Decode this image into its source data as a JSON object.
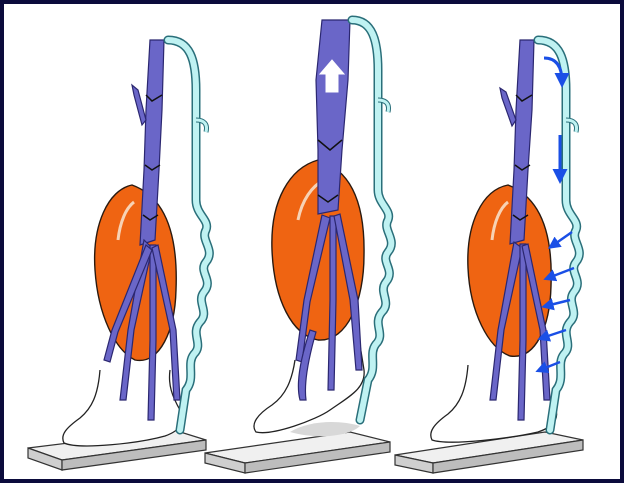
{
  "figure": {
    "panels": [
      {
        "id": "left",
        "state": "resting",
        "arrows": []
      },
      {
        "id": "middle",
        "state": "calf-contraction",
        "arrows": [
          "upward-flow-arrow"
        ]
      },
      {
        "id": "right",
        "state": "calf-relaxation",
        "arrows": [
          "downward-flow-arrow",
          "perforator-flow-arrows"
        ]
      }
    ],
    "colors": {
      "frame": "#0b0b3c",
      "deep_vein": "#6a66c8",
      "deep_vein_outline": "#2b2770",
      "superficial_vein": "#bff2f2",
      "superficial_outline": "#2a6f7a",
      "muscle": "#ef6412",
      "muscle_outline": "#2a1a10",
      "arrow_flow": "#1a4fe6",
      "arrow_white": "#ffffff",
      "platform_top": "#f0f0f0",
      "platform_side": "#c8c8c8"
    }
  }
}
